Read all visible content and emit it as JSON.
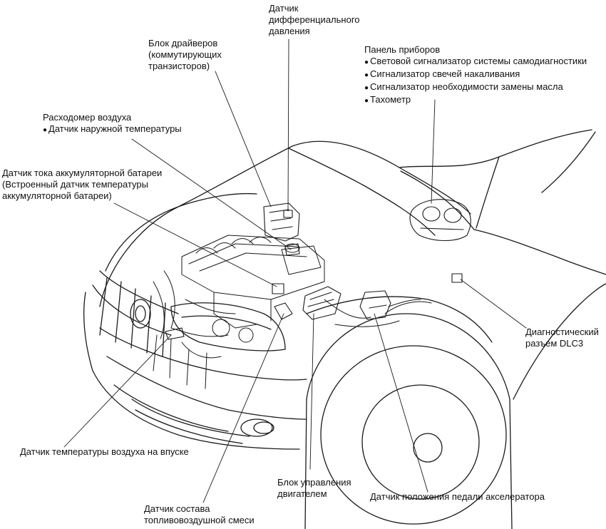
{
  "labels": {
    "diff_pressure": [
      "Датчик",
      "дифференциального",
      "давления"
    ],
    "driver_block": [
      "Блок драйверов",
      "(коммутирующих",
      "транзисторов)"
    ],
    "instrument_panel": {
      "title": "Панель приборов",
      "items": [
        "Световой сигнализатор системы самодиагностики",
        "Сигнализатор свечей накаливания",
        "Сигнализатор необходимости замены масла",
        "Тахометр"
      ]
    },
    "air_flow": [
      "Расходомер воздуха",
      "Датчик наружной температуры"
    ],
    "battery_sensor": [
      "Датчик тока аккумуляторной батареи",
      "(Встроенный датчик температуры",
      "аккумуляторной батареи)"
    ],
    "dlc3": [
      "Диагностический",
      "разъем DLC3"
    ],
    "intake_temp": "Датчик температуры воздуха на впуске",
    "ecu": [
      "Блок управления",
      "двигателем"
    ],
    "pedal_sensor": "Датчик положения педали акселератора",
    "af_sensor": [
      "Датчик состава",
      "топливовоздушной смеси"
    ]
  },
  "colors": {
    "line": "#1a1a1a",
    "background": "#ffffff"
  }
}
